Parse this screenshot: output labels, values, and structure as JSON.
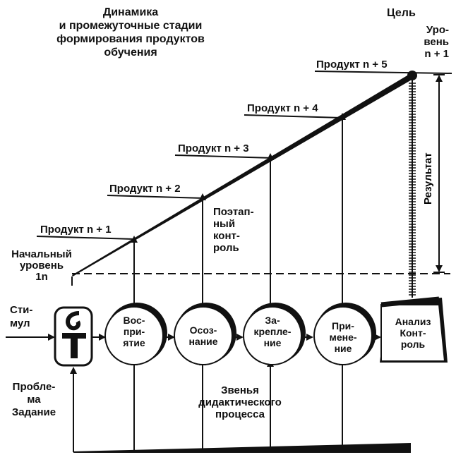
{
  "title": "Динамика\nи промежуточные стадии\nформирования продуктов\nобучения",
  "goal_label": "Цель",
  "level_top_label": "Уро-\nвень\nn + 1",
  "initial_level_label": "Начальный\nуровень\n1n",
  "stimulus_label": "Сти-\nмул",
  "problem_label": "Пробле-\nма\nЗадание",
  "result_label": "Результат",
  "stepwise_control_label": "Поэтап-\nный\nконт-\nроль",
  "didactic_links_label": "Звенья\nдидактического\nпроцесса",
  "products": [
    {
      "label": "Продукт n + 1"
    },
    {
      "label": "Продукт n + 2"
    },
    {
      "label": "Продукт n + 3"
    },
    {
      "label": "Продукт n + 4"
    },
    {
      "label": "Продукт n + 5"
    }
  ],
  "stages": [
    {
      "label": "Вос-\nпри-\nятие"
    },
    {
      "label": "Осоз-\nнание"
    },
    {
      "label": "За-\nкрепле-\nние"
    },
    {
      "label": "При-\nмене-\nние"
    }
  ],
  "analysis_label": "Анализ\nКонт-\nроль",
  "colors": {
    "ink": "#111111",
    "background": "#ffffff"
  }
}
